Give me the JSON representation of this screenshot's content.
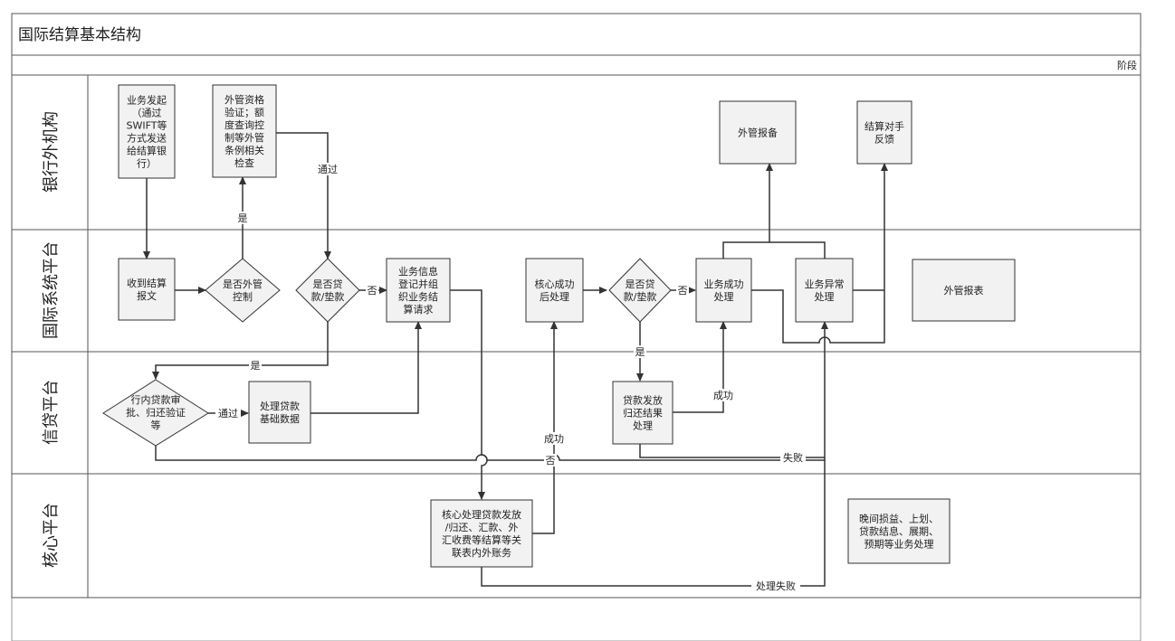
{
  "title": "国际结算基本结构",
  "phase_label": "阶段",
  "lanes": [
    {
      "id": "bank",
      "label": "银行外机构"
    },
    {
      "id": "intl",
      "label": "国际系统平台"
    },
    {
      "id": "credit",
      "label": "信贷平台"
    },
    {
      "id": "core",
      "label": "核心平台"
    }
  ],
  "nodes": {
    "n1": {
      "lines": [
        "业务发起",
        "（通过",
        "SWIFT等",
        "方式发送",
        "给结算银",
        "行）"
      ]
    },
    "n2": {
      "lines": [
        "外管资格",
        "验证；额",
        "度查询控",
        "制等外管",
        "条例相关",
        "检查"
      ]
    },
    "n3": {
      "lines": [
        "外管报备"
      ]
    },
    "n4": {
      "lines": [
        "结算对手",
        "反馈"
      ]
    },
    "n5": {
      "lines": [
        "收到结算",
        "报文"
      ]
    },
    "d1": {
      "lines": [
        "是否外管",
        "控制"
      ]
    },
    "d2": {
      "lines": [
        "是否贷",
        "款/垫款"
      ]
    },
    "n6": {
      "lines": [
        "业务信息",
        "登记并组",
        "织业务结",
        "算请求"
      ]
    },
    "n7": {
      "lines": [
        "核心成功",
        "后处理"
      ]
    },
    "d3": {
      "lines": [
        "是否贷",
        "款/垫款"
      ]
    },
    "n8": {
      "lines": [
        "业务成功",
        "处理"
      ]
    },
    "n9": {
      "lines": [
        "业务异常",
        "处理"
      ]
    },
    "n10": {
      "lines": [
        "外管报表"
      ]
    },
    "d4": {
      "lines": [
        "行内贷款审",
        "批、归还验证",
        "等"
      ]
    },
    "n11": {
      "lines": [
        "处理贷款",
        "基础数据"
      ]
    },
    "n12": {
      "lines": [
        "贷款发放",
        "归还结果",
        "处理"
      ]
    },
    "n13": {
      "lines": [
        "核心处理贷款发放",
        "/归还、汇款、外",
        "汇收费等结算等关",
        "联表内外账务"
      ]
    },
    "n14": {
      "lines": [
        "晚间损益、上划、",
        "贷款结息、展期、",
        "预期等业务处理"
      ]
    }
  },
  "edge_labels": {
    "yes_1": "是",
    "pass_1": "通过",
    "no_1": "否",
    "yes_2": "是",
    "pass_2": "通过",
    "success_1": "成功",
    "no_2": "否",
    "no_3": "否",
    "yes_3": "是",
    "success_2": "成功",
    "fail_1": "失败",
    "fail_2": "处理失败"
  }
}
